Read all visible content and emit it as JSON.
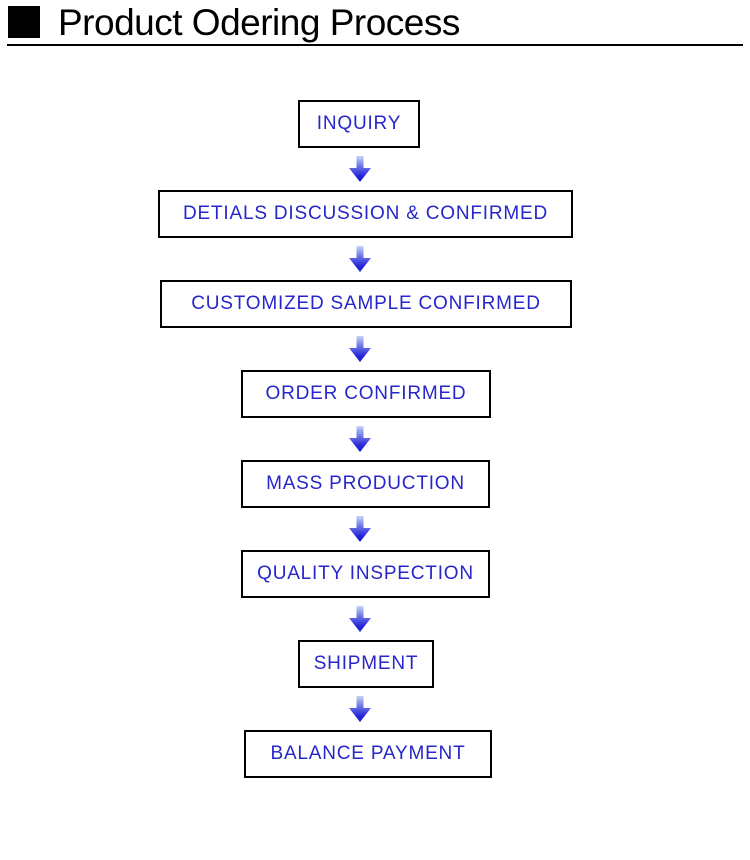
{
  "header": {
    "title": "Product Odering Process",
    "bullet_icon": "black-square"
  },
  "flow": {
    "connector_icon": "down-arrow",
    "steps": [
      {
        "label": "INQUIRY"
      },
      {
        "label": "DETIALS DISCUSSION & CONFIRMED"
      },
      {
        "label": "CUSTOMIZED SAMPLE CONFIRMED"
      },
      {
        "label": "ORDER CONFIRMED"
      },
      {
        "label": "MASS PRODUCTION"
      },
      {
        "label": "QUALITY INSPECTION"
      },
      {
        "label": "SHIPMENT"
      },
      {
        "label": "BALANCE PAYMENT"
      }
    ],
    "colors": {
      "box_text": "#2626cc",
      "box_border": "#000000",
      "arrow_gradient_top": "#c7d3f5",
      "arrow_gradient_bottom": "#1512ce",
      "title_text": "#000000"
    }
  }
}
